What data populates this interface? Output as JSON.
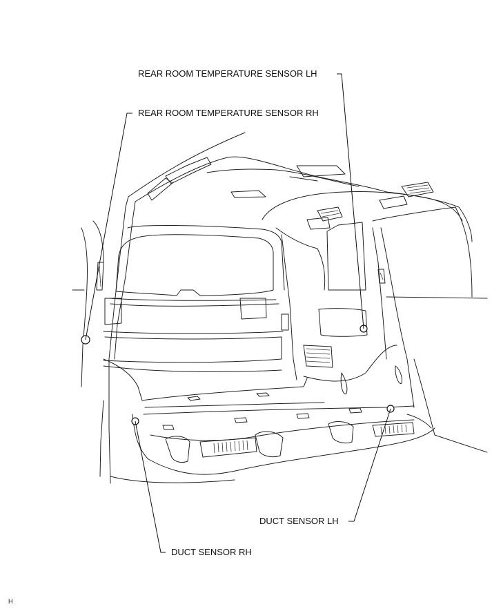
{
  "callouts": {
    "rear_lh": "REAR ROOM TEMPERATURE SENSOR LH",
    "rear_rh": "REAR ROOM TEMPERATURE SENSOR RH",
    "duct_lh": "DUCT SENSOR LH",
    "duct_rh": "DUCT SENSOR RH"
  },
  "figure_id": "H"
}
